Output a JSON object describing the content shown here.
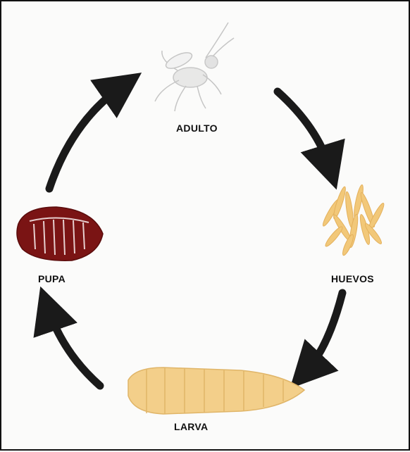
{
  "diagram": {
    "stages": {
      "adult": "ADULTO",
      "eggs": "HUEVOS",
      "larva": "LARVA",
      "pupa": "PUPA"
    },
    "colors": {
      "arrow": "#1a1a1a",
      "eggs": "#f2c879",
      "larva": "#f3cf8a",
      "pupa": "#7a1414",
      "adult": "#bfbfbf"
    },
    "icons": {
      "adult": "fly-icon",
      "eggs": "eggs-cluster-icon",
      "larva": "larva-icon",
      "pupa": "pupa-icon"
    }
  }
}
